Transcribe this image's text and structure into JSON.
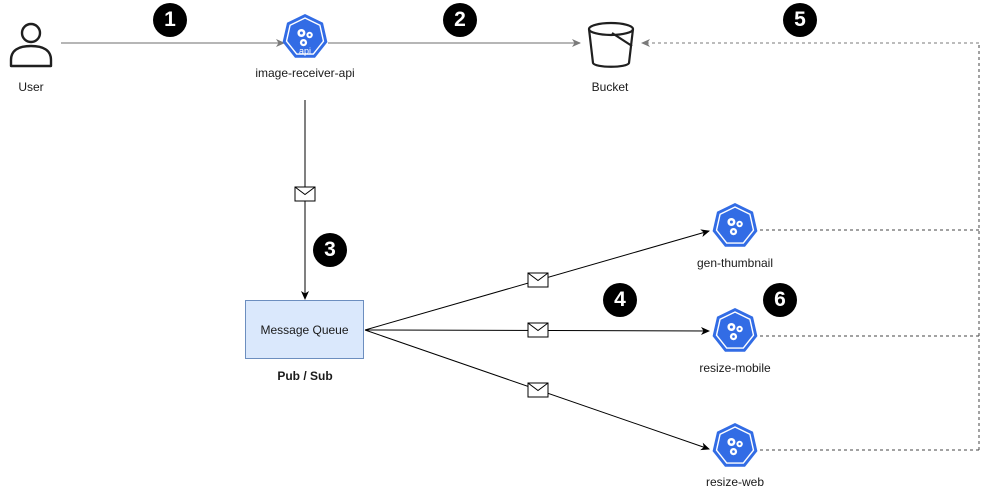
{
  "nodes": {
    "user": {
      "label": "User"
    },
    "api": {
      "label": "image-receiver-api",
      "icon_text": "api"
    },
    "bucket": {
      "label": "Bucket"
    },
    "queue": {
      "label": "Message Queue",
      "caption": "Pub / Sub"
    },
    "gen_thumbnail": {
      "label": "gen-thumbnail"
    },
    "resize_mobile": {
      "label": "resize-mobile"
    },
    "resize_web": {
      "label": "resize-web"
    }
  },
  "steps": [
    "1",
    "2",
    "3",
    "4",
    "5",
    "6"
  ],
  "colors": {
    "k8s_blue": "#326ce5",
    "queue_fill": "#dae8fc",
    "queue_border": "#6c8ebf",
    "edge": "#000000",
    "edge_gray": "#808080"
  },
  "icons": {
    "user": "user-icon",
    "api": "kubernetes-api-icon",
    "bucket": "bucket-icon",
    "pod": "kubernetes-pod-icon",
    "message": "envelope-icon"
  }
}
